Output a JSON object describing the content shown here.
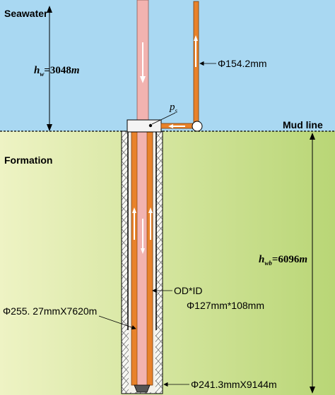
{
  "labels": {
    "seawater": "Seawater",
    "formation": "Formation",
    "mud_line": "Mud line",
    "hw": "h",
    "hw_sub": "w",
    "hw_value": "=3048",
    "hw_unit": "m",
    "hwb": "h",
    "hwb_sub": "wb",
    "hwb_value": "=6096",
    "hwb_unit": "m",
    "ps": "p",
    "ps_sub": "s",
    "choke_line": "Φ154.2mm",
    "pipe_label_1": "OD*ID",
    "pipe_label_2": "Φ127mm*108mm",
    "casing": "Φ255. 27mmX7620m",
    "hole": "Φ241.3mmX9144m"
  },
  "colors": {
    "sea": "#a9d8f2",
    "formation_top": "#e6efb9",
    "formation_bottom": "#bcd87a",
    "riser": "#f2b3b0",
    "pipe": "#e8822a",
    "cement": "#f6f6f2"
  }
}
